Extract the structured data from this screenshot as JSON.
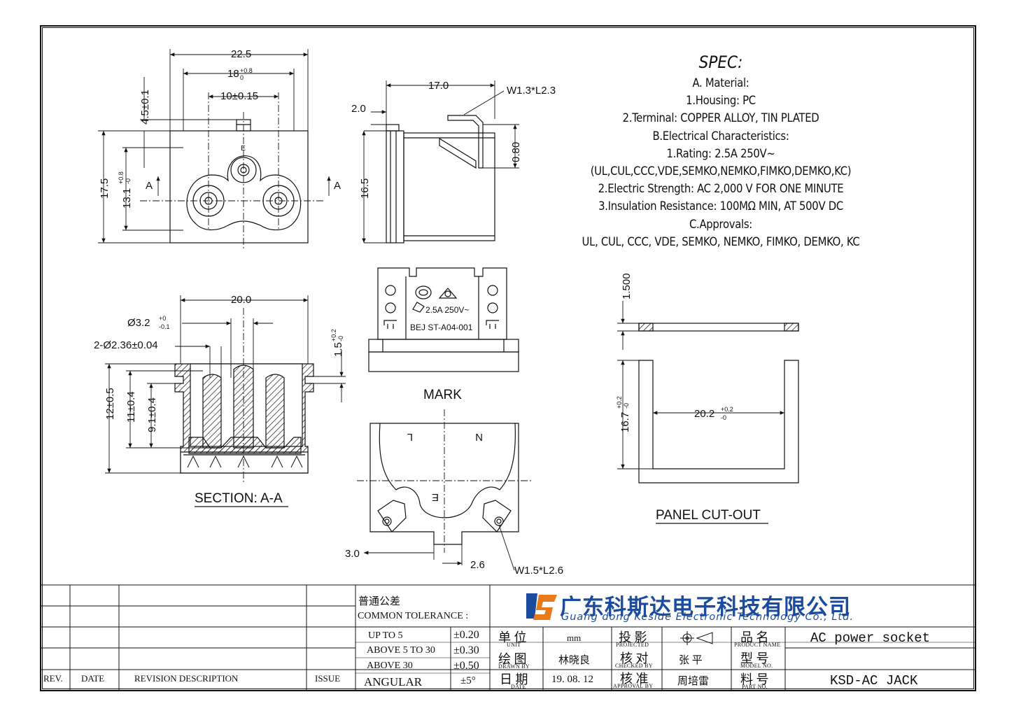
{
  "spec": {
    "title": "SPEC:",
    "lines": [
      "A. Material:",
      "1.Housing: PC",
      "2.Terminal: COPPER ALLOY, TIN PLATED",
      "B.Electrical Characteristics:",
      "1.Rating:  2.5A 250V~",
      "(UL,CUL,CCC,VDE,SEMKO,NEMKO,FIMKO,DEMKO,KC)",
      "2.Electric Strength: AC 2,000 V FOR ONE MINUTE",
      "3.Insulation Resistance: 100MΩ MIN, AT 500V DC",
      "C.Approvals:",
      "UL, CUL, CCC, VDE, SEMKO, NEMKO, FIMKO, DEMKO, KC"
    ]
  },
  "front_view": {
    "dim_width": "22.5",
    "dim_18": "18",
    "dim_18_tol": "+0.8",
    "dim_18_tol2": "0",
    "dim_pitch": "10±0.15",
    "dim_top": "4.5±0.1",
    "dim_height": "17.5",
    "dim_131": "13.1",
    "dim_131_tol": "+0.8",
    "dim_131_tol2": "-0",
    "section_mark": "A"
  },
  "side_view": {
    "dim_depth": "17.0",
    "dim_20": "2.0",
    "dim_165": "16.5",
    "dim_terminal": "W1.3*L2.3",
    "dim_080": "0.80"
  },
  "section_view": {
    "dim_width": "20.0",
    "dim_hole": "Ø3.2",
    "dim_hole_tol": "+0",
    "dim_hole_tol2": "-0.1",
    "dim_pins": "2-Ø2.36±0.04",
    "dim_15": "1.5",
    "dim_15_tol": "+0.2",
    "dim_15_tol2": "-0",
    "dim_12": "12±0.5",
    "dim_11": "11±0.4",
    "dim_91": "9.1±0.4",
    "label": "SECTION: A-A"
  },
  "mark_view": {
    "rating": "2.5A 250V~",
    "code": "BEJ ST-A04-001",
    "label": "MARK"
  },
  "bottom_view": {
    "letter_l": "L",
    "letter_n": "N",
    "letter_e": "E",
    "dim_30": "3.0",
    "dim_26": "2.6",
    "dim_terminal": "W1.5*L2.6"
  },
  "panel_cutout": {
    "dim_thickness": "1.500",
    "dim_width": "20.2",
    "dim_width_tol": "+0.2",
    "dim_width_tol2": "-0",
    "dim_height": "16.7",
    "dim_height_tol": "+0.2",
    "dim_height_tol2": "-0",
    "label": "PANEL  CUT-OUT"
  },
  "title_block": {
    "rev_label": "REV.",
    "date_label": "DATE",
    "revdesc_label": "REVISION  DESCRIPTION",
    "issue_label": "ISSUE",
    "tolerance_cn": "普通公差",
    "tolerance_en": "COMMON TOLERANCE :",
    "tol_rows": [
      {
        "range": "UP TO 5",
        "value": "±0.20"
      },
      {
        "range": "ABOVE 5 TO 30",
        "value": "±0.30"
      },
      {
        "range": "ABOVE 30",
        "value": "±0.50"
      },
      {
        "range": "ANGULAR",
        "value": "±5°"
      }
    ],
    "company_cn": "广东科斯达电子科技有限公司",
    "company_en": "Guang dong Keside  Electronic Technology Co., Ltd.",
    "unit_cn": "单 位",
    "unit_en": "UNIT",
    "unit_value": "mm",
    "projection_cn": "投 影",
    "projection_en": "PROJECTED",
    "drawn_cn": "绘 图",
    "drawn_en": "DRAWN  BY",
    "drawn_value": "林晓良",
    "checked_cn": "核 对",
    "checked_en": "CHECKED  BY",
    "checked_value": "张 平",
    "date_cn": "日 期",
    "date_en": "DATE",
    "date_value": "19. 08. 12",
    "approval_cn": "核 准",
    "approval_en": "APPROVAL  BY",
    "approval_value": "周培雷",
    "product_cn": "品 名",
    "product_en": "PRODUCT  NAME",
    "product_value": "AC power socket",
    "model_cn": "型 号",
    "model_en": "MODEL  NO.",
    "model_value": "",
    "part_cn": "料 号",
    "part_en": "PART  NO.",
    "part_value": "KSD-AC JACK"
  }
}
